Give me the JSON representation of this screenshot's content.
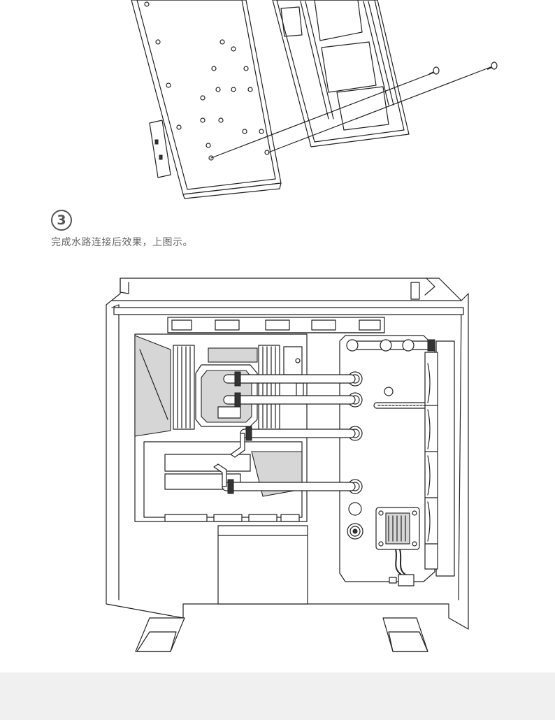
{
  "step": {
    "number": "3",
    "caption": "完成水路连接后效果，上图示。"
  },
  "figures": [
    {
      "depicts": "gpu-waterblock-and-backplate-exploded"
    },
    {
      "depicts": "pc-case-with-watercooling-loop"
    }
  ]
}
